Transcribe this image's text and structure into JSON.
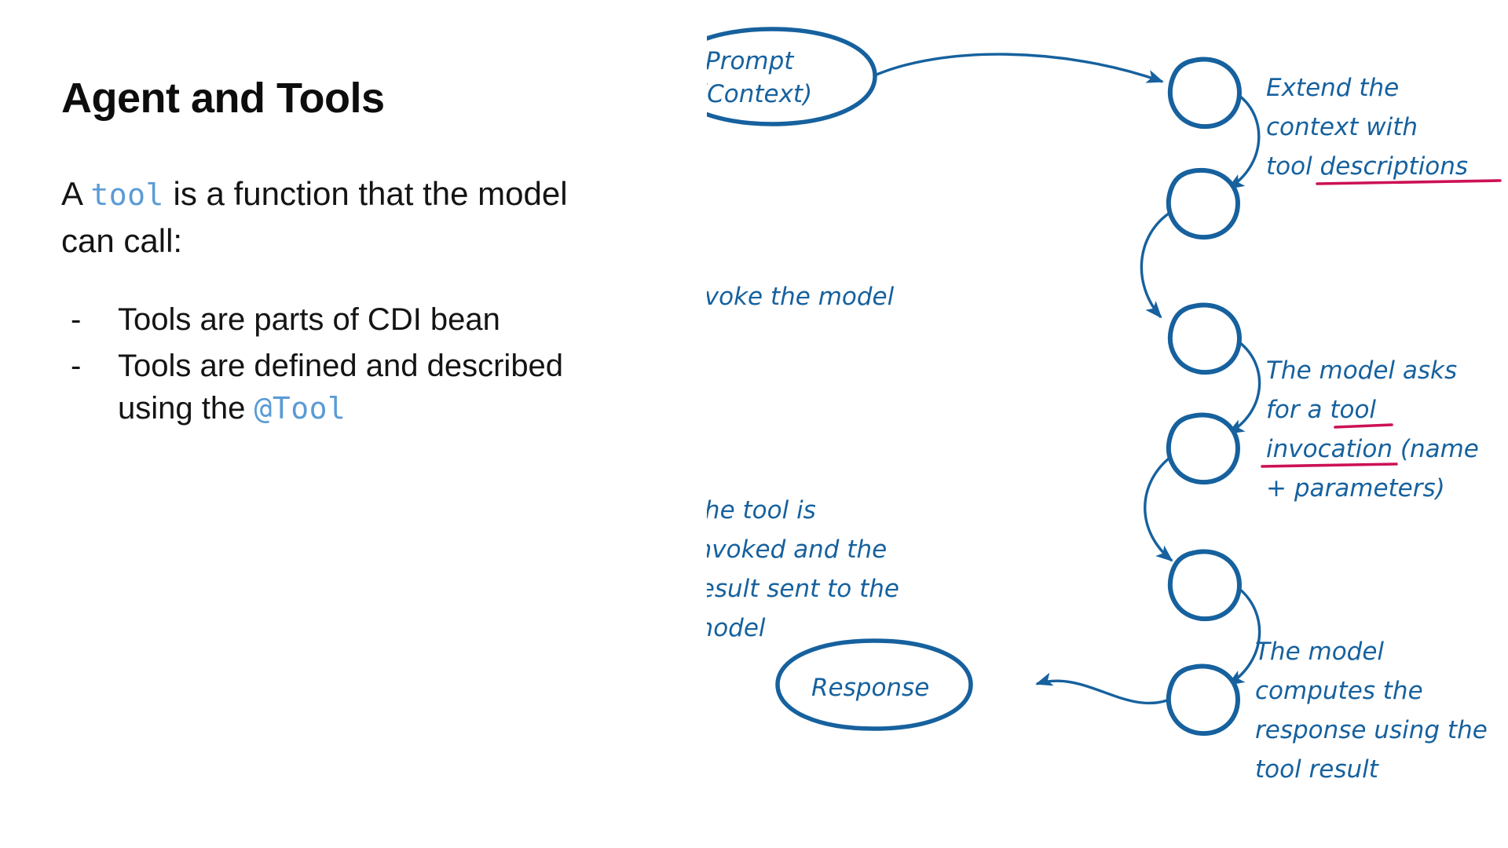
{
  "slide": {
    "title": "Agent and Tools",
    "paragraph": {
      "before": "A ",
      "code": "tool",
      "after": " is a function that the model can call:"
    },
    "bullets": [
      {
        "marker": "-",
        "text": "Tools are parts of CDI bean"
      },
      {
        "marker": "-",
        "text_before": "Tools are defined and described using the ",
        "code": "@Tool"
      }
    ]
  },
  "diagram": {
    "type": "flow",
    "accent_color": "#16619e",
    "highlight_color": "#cc1155",
    "nodes": [
      {
        "id": "prompt",
        "shape": "ellipse",
        "label_line1": "Prompt",
        "label_line2": "(Context)"
      },
      {
        "id": "response",
        "shape": "ellipse",
        "label_line1": "Response"
      },
      {
        "id": "step1",
        "shape": "circle",
        "label": ""
      },
      {
        "id": "step2",
        "shape": "circle",
        "label": ""
      },
      {
        "id": "step3",
        "shape": "circle",
        "label": ""
      },
      {
        "id": "step4",
        "shape": "circle",
        "label": ""
      },
      {
        "id": "step5",
        "shape": "circle",
        "label": ""
      },
      {
        "id": "step6",
        "shape": "circle",
        "label": ""
      }
    ],
    "annotations": {
      "extend": {
        "lines": [
          "Extend the",
          "context with",
          "tool descriptions"
        ],
        "underlined_word": "descriptions"
      },
      "invoke": {
        "lines": [
          "Invoke the model"
        ]
      },
      "model_asks": {
        "lines": [
          "The model asks",
          "for a tool",
          "invocation (name",
          "+ parameters)"
        ],
        "underlined_words": [
          "tool",
          "invocation"
        ]
      },
      "tool_invoked": {
        "lines": [
          "The tool is",
          "invoked and the",
          "result sent to the",
          "model"
        ]
      },
      "model_computes": {
        "lines": [
          "The model",
          "computes the",
          "response using the",
          "tool result"
        ]
      }
    }
  }
}
